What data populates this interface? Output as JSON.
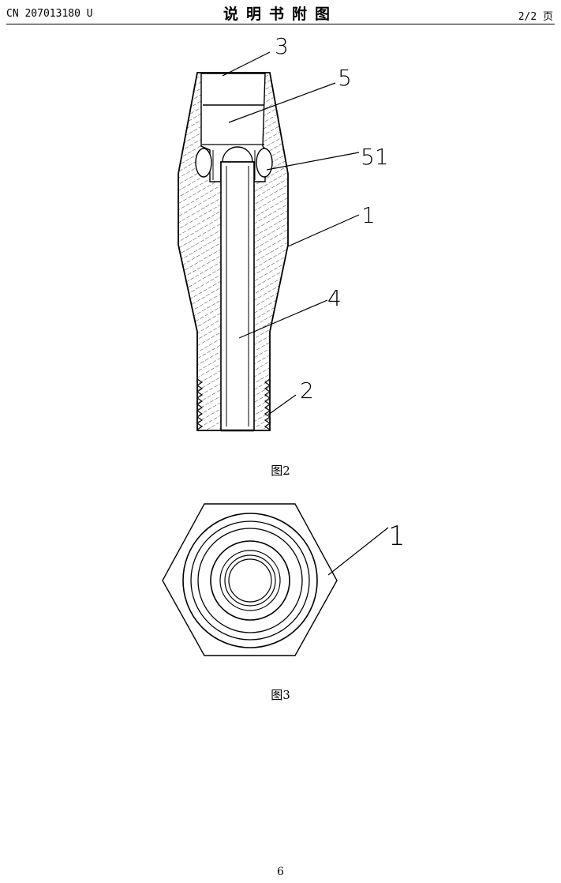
{
  "header": {
    "patent_number": "CN 207013180 U",
    "section_title": "说明书附图",
    "page_indicator": "2/2 页"
  },
  "figure2": {
    "caption": "图2",
    "labels": [
      "3",
      "5",
      "51",
      "1",
      "4",
      "2"
    ]
  },
  "figure3": {
    "caption": "图3",
    "labels": [
      "1"
    ]
  },
  "footer": {
    "page_number": "6"
  }
}
